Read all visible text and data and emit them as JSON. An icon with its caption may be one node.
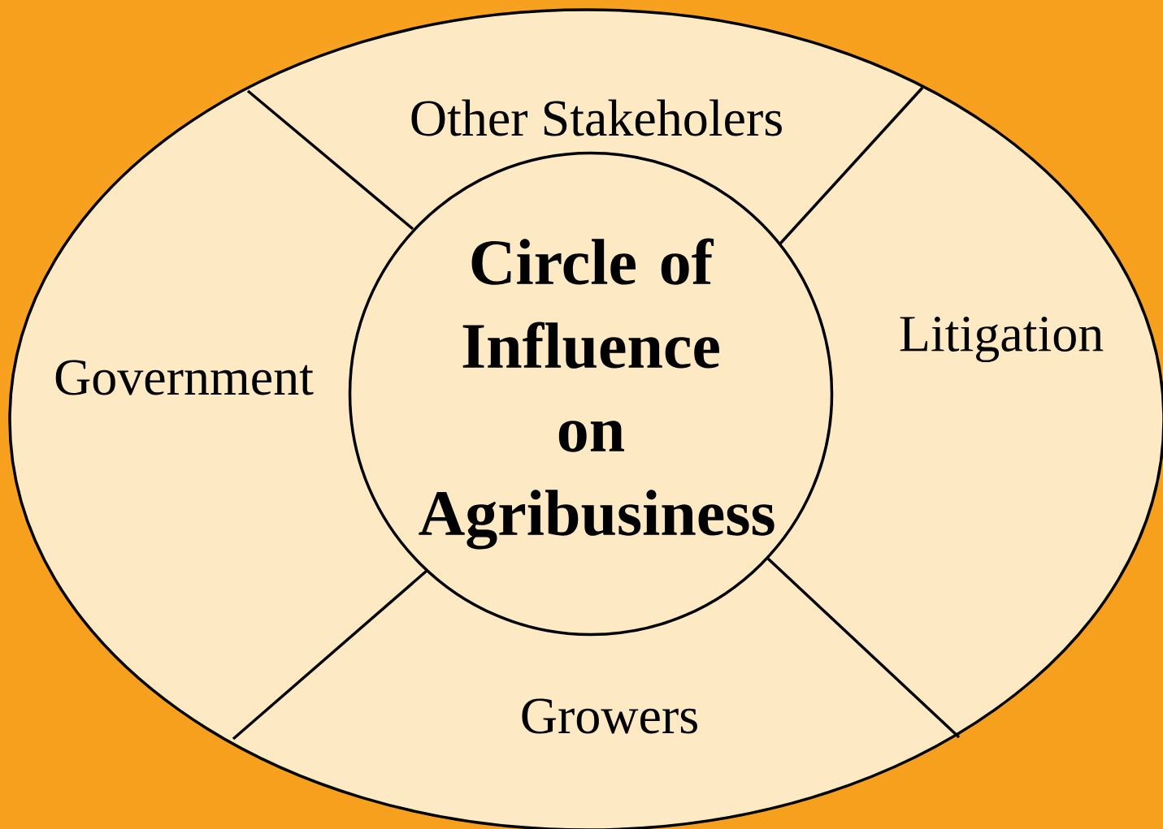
{
  "diagram": {
    "nodes": [
      {
        "text": [
          "Other Stakeholers"
        ]
      },
      {
        "text": [
          "Government"
        ]
      },
      {
        "text": [
          "Litigation"
        ]
      },
      {
        "text": [
          "Growers"
        ]
      },
      {
        "text": [
          "Circle of Influence on Agribusiness"
        ]
      }
    ]
  }
}
